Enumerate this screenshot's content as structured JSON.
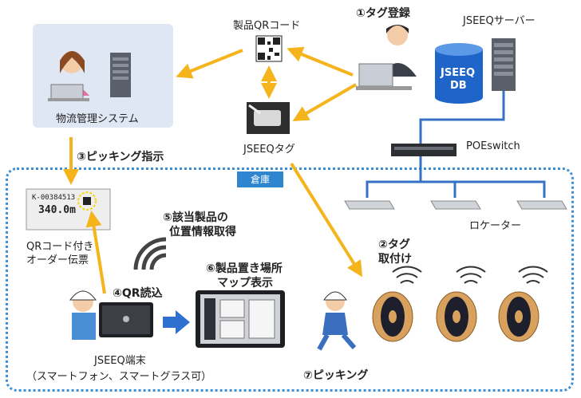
{
  "step1": "①タグ登録",
  "qr_label": "製品QRコード",
  "server_label": "JSEEQサーバー",
  "db_label_1": "JSEEQ",
  "db_label_2": "DB",
  "logistics_label": "物流管理システム",
  "tag_label": "JSEEQタグ",
  "poe_label": "POEswitch",
  "step3": "③ピッキング指示",
  "warehouse_label": "倉庫",
  "slip_number": "K-00384513",
  "slip_length": "340.0m",
  "slip_caption_1": "QRコード付き",
  "slip_caption_2": "オーダー伝票",
  "step5_1": "⑤該当製品の",
  "step5_2": "位置情報取得",
  "locator_label": "ロケーター",
  "step2_1": "②タグ",
  "step2_2": "取付け",
  "step6_1": "⑥製品置き場所",
  "step6_2": "マップ表示",
  "step4": "④QR読込",
  "terminal_label": "JSEEQ端末",
  "terminal_sub": "（スマートフォン、スマートグラス可）",
  "step7": "⑦ピッキング",
  "colors": {
    "arrow": "#f5b31c",
    "network": "#3572c6",
    "warehouse_border": "#3b8fd6",
    "panel": "#dfe7f5"
  }
}
